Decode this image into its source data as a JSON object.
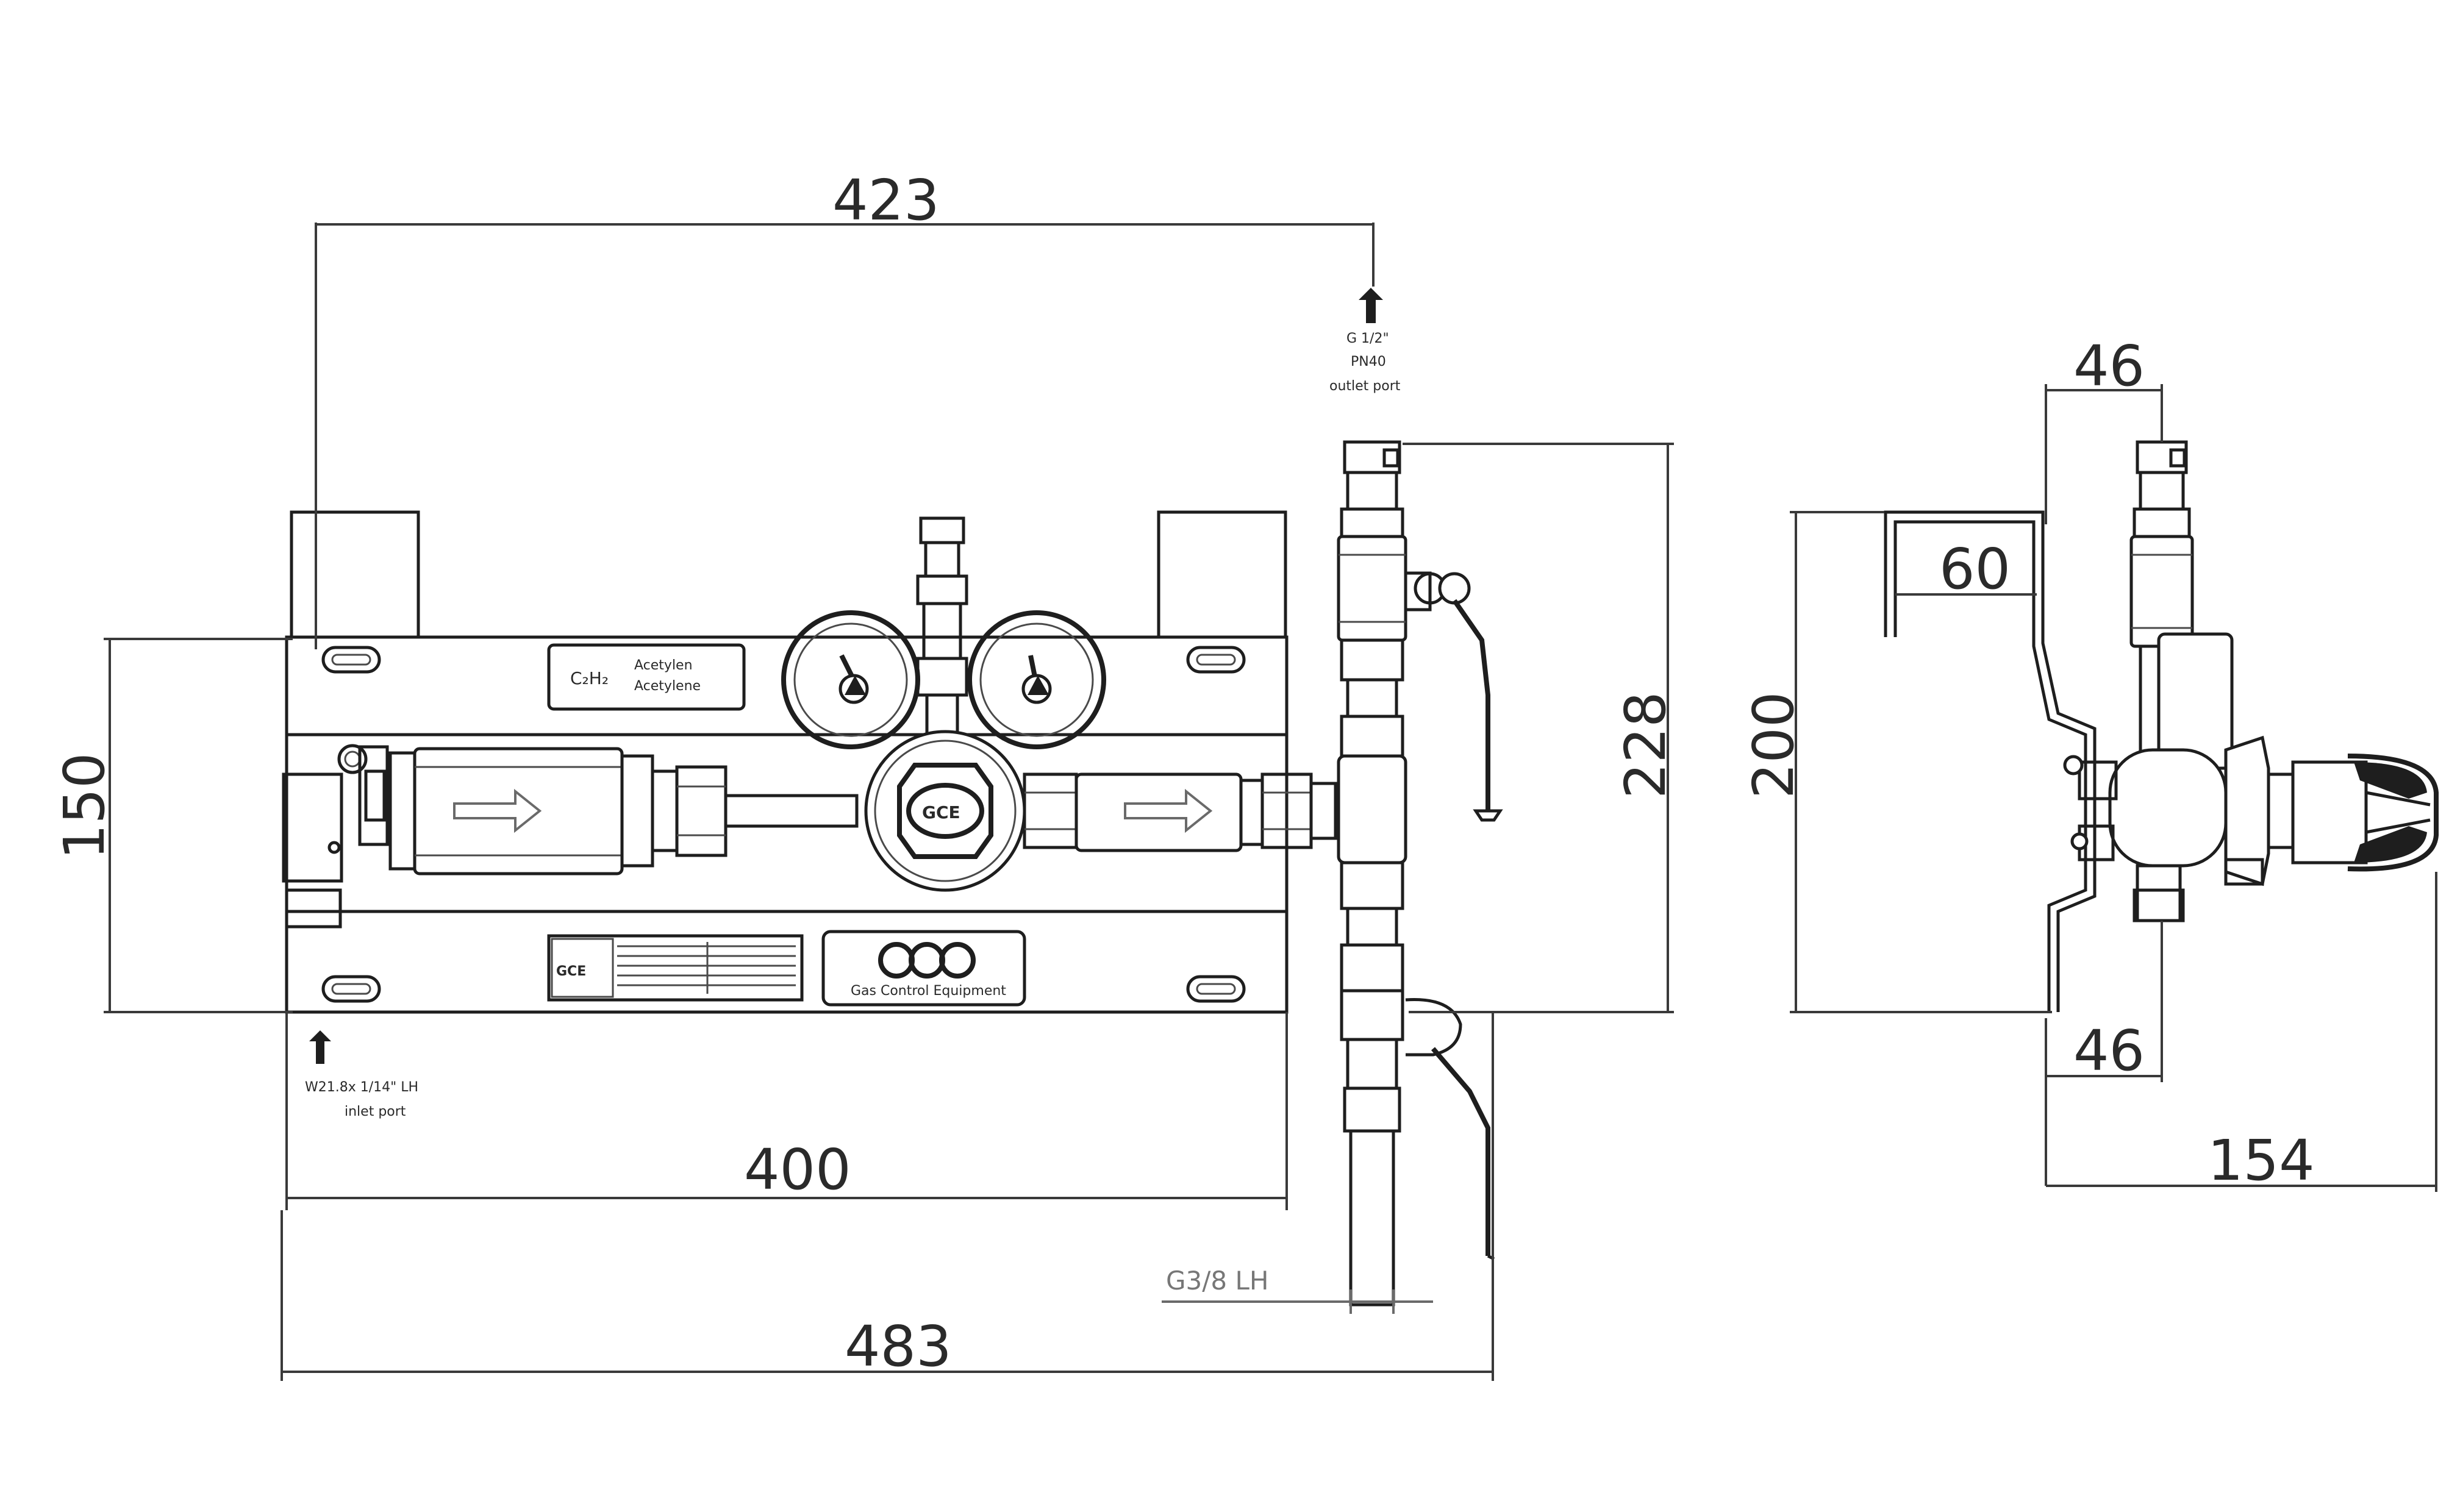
{
  "dimensions": {
    "d423": "423",
    "d400": "400",
    "d483": "483",
    "d150": "150",
    "d228": "228",
    "d200": "200",
    "d60": "60",
    "d46_top": "46",
    "d46_bottom": "46",
    "d154": "154",
    "g38lh": "G3/8 LH"
  },
  "ports": {
    "outlet_line1": "G 1/2\"",
    "outlet_line2": "PN40",
    "outlet_line3": "outlet port",
    "inlet_line1": "W21.8x 1/14\" LH",
    "inlet_line2": "inlet port"
  },
  "labels": {
    "gas_formula": "C₂H₂",
    "gas_name_line1": "Acetylen",
    "gas_name_line2": "Acetylene",
    "logo": "GCE",
    "logo_sub": "Gas Control Equipment"
  },
  "icons": {
    "flow_arrow": "flow-arrow-icon",
    "port_arrow": "up-arrow-icon"
  }
}
